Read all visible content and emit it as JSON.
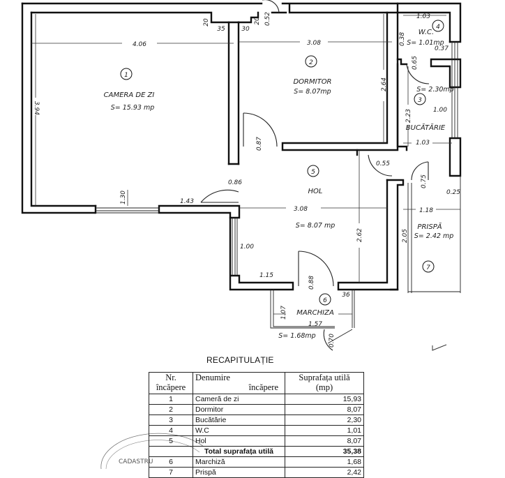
{
  "plan": {
    "rooms": [
      {
        "num": "1",
        "name": "CAMERA DE ZI",
        "area": "S= 15.93 mp"
      },
      {
        "num": "2",
        "name": "DORMITOR",
        "area": "S= 8.07mp"
      },
      {
        "num": "3",
        "name": "BUCĂTĂRIE",
        "area": "S= 2.30mp"
      },
      {
        "num": "4",
        "name": "W.C.",
        "area": "S= 1.01mp"
      },
      {
        "num": "5",
        "name": "HOL",
        "area": "S= 8.07 mp"
      },
      {
        "num": "6",
        "name": "MARCHIZA",
        "area": "S= 1.68mp"
      },
      {
        "num": "7",
        "name": "PRISPĂ",
        "area": "S= 2.42 mp"
      }
    ],
    "dimensions": {
      "d_406": "4.06",
      "d_394": "3.94",
      "d_20a": "20",
      "d_35": "35",
      "d_30": "30",
      "d_20b": "20",
      "d_052": "0.52",
      "d_308a": "3.08",
      "d_264": "2.64",
      "d_087": "0.87",
      "d_086": "0.86",
      "d_143": "1.43",
      "d_130": "1.30",
      "d_308b": "3.08",
      "d_262": "2.62",
      "d_100a": "1.00",
      "d_115": "1.15",
      "d_088": "0.88",
      "d_36": "36",
      "d_107": "1.07",
      "d_157": "1.57",
      "d_070": "0.70",
      "d_103a": "1.03",
      "d_038": "0.38",
      "d_037": "0.37",
      "d_065": "0.65",
      "d_223": "2.23",
      "d_100b": "1.00",
      "d_103b": "1.03",
      "d_055": "0.55",
      "d_075": "0.75",
      "d_025": "0.25",
      "d_118": "1.18",
      "d_205": "2.05"
    },
    "stamp_text": "CADASTRU"
  },
  "recap": {
    "title": "RECAPITULAȚIE",
    "headers": {
      "nr_1": "Nr.",
      "nr_2": "încăpere",
      "den_1": "Denumire",
      "den_2": "încăpere",
      "sup_1": "Suprafața utilă",
      "sup_2": "(mp)"
    },
    "rows": [
      {
        "nr": "1",
        "name": "Cameră de zi",
        "area": "15,93"
      },
      {
        "nr": "2",
        "name": "Dormitor",
        "area": "8,07"
      },
      {
        "nr": "3",
        "name": "Bucătărie",
        "area": "2,30"
      },
      {
        "nr": "4",
        "name": "W.C",
        "area": "1,01"
      },
      {
        "nr": "5",
        "name": "Hol",
        "area": "8,07"
      }
    ],
    "total": {
      "label": "Total suprafața utilă",
      "area": "35,38"
    },
    "extra_rows": [
      {
        "nr": "6",
        "name": "Marchiză",
        "area": "1,68"
      },
      {
        "nr": "7",
        "name": "Prispă",
        "area": "2,42"
      }
    ]
  }
}
